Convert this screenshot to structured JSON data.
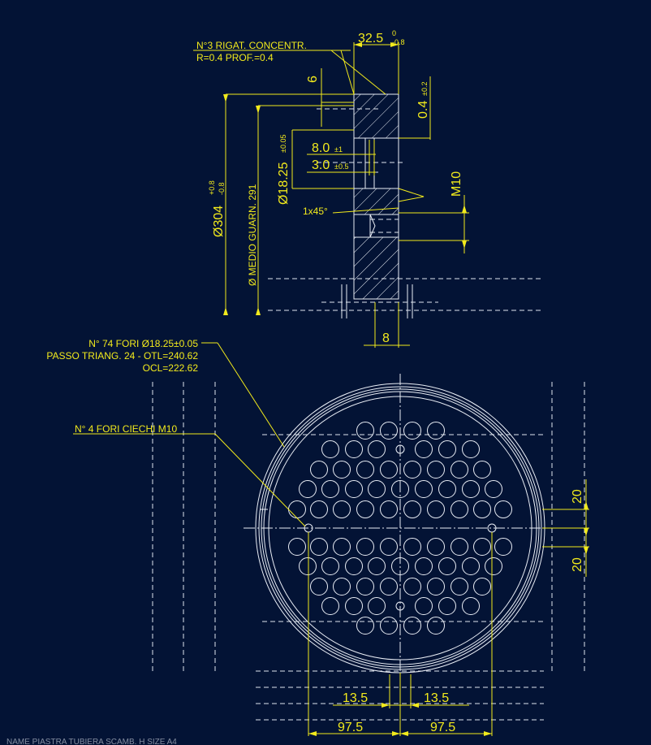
{
  "section": {
    "note_line1": "N°3 RIGAT. CONCENTR.",
    "note_line2": "R=0.4 PROF.=0.4",
    "dim_thickness": "32.5",
    "dim_thickness_tol_upper": "0",
    "dim_thickness_tol_lower": "-0.8",
    "dim_groove_offset": "6",
    "dim_groove_depth": "0.4",
    "dim_groove_depth_tol": "±0.2",
    "dim_outer_diameter": "Ø304",
    "dim_outer_diameter_tol_upper": "+0.8",
    "dim_outer_diameter_tol_lower": "-0.8",
    "dim_gasket_diameter": "Ø MEDIO GUARN. 291",
    "dim_hole_diameter": "Ø18.25",
    "dim_hole_diameter_tol": "±0.05",
    "dim_hole_a": "8.0",
    "dim_hole_a_tol": "±1",
    "dim_hole_b": "3.0",
    "dim_hole_b_tol": "±0.5",
    "dim_chamfer": "1x45°",
    "dim_thread": "M10",
    "dim_blind_depth": "8"
  },
  "plan": {
    "holes_note_line1": "N° 74 FORI Ø18.25±0.05",
    "holes_note_line2": "PASSO TRIANG.  24 - OTL=240.62",
    "holes_note_line3": "OCL=222.62",
    "blind_note": "N° 4 FORI CIECHI M10",
    "dim_right_upper": "20",
    "dim_right_lower": "20",
    "dim_inner_left": "13.5",
    "dim_inner_right": "13.5",
    "dim_outer_left": "97.5",
    "dim_outer_right": "97.5",
    "hole_count": 74,
    "blind_hole_count": 4
  },
  "title_block": "NAME   PIASTRA TUBIERA SCAMB.   H   SIZE   A4"
}
